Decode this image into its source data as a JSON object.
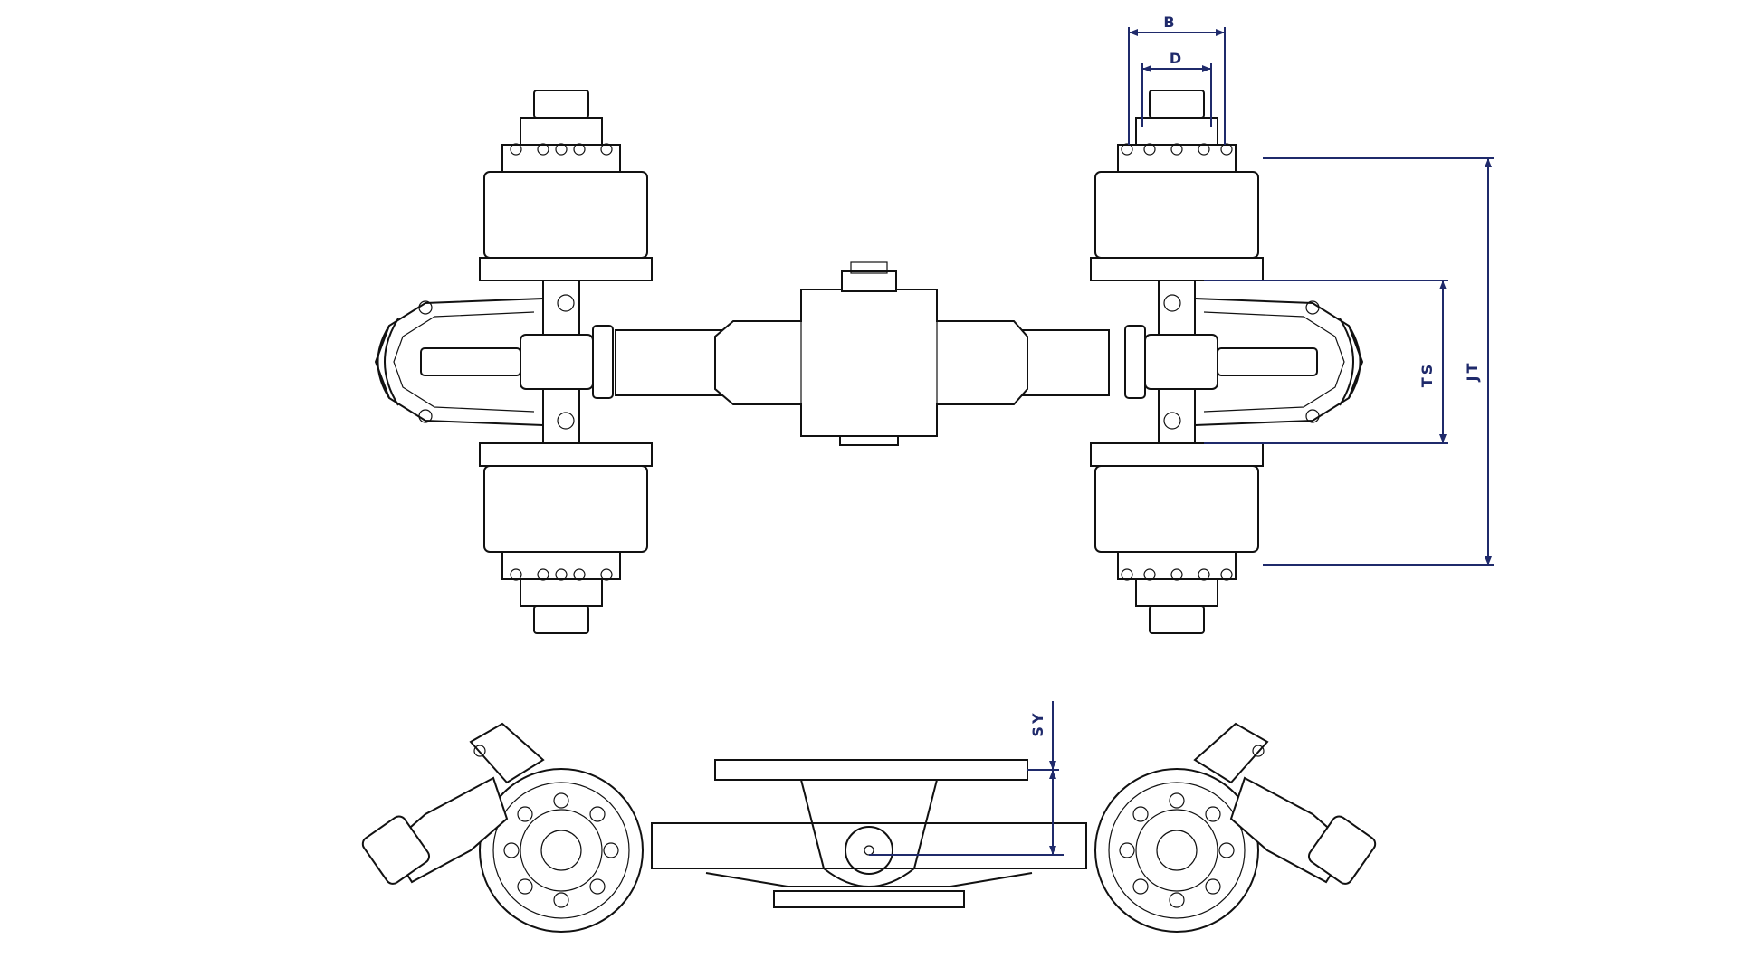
{
  "dimension_labels": {
    "b": "B",
    "d": "D",
    "ts": "TS",
    "jt": "JT",
    "sy": "SY"
  },
  "colors": {
    "line": "#111111",
    "dimension": "#1f2a6b",
    "background": "#ffffff"
  }
}
